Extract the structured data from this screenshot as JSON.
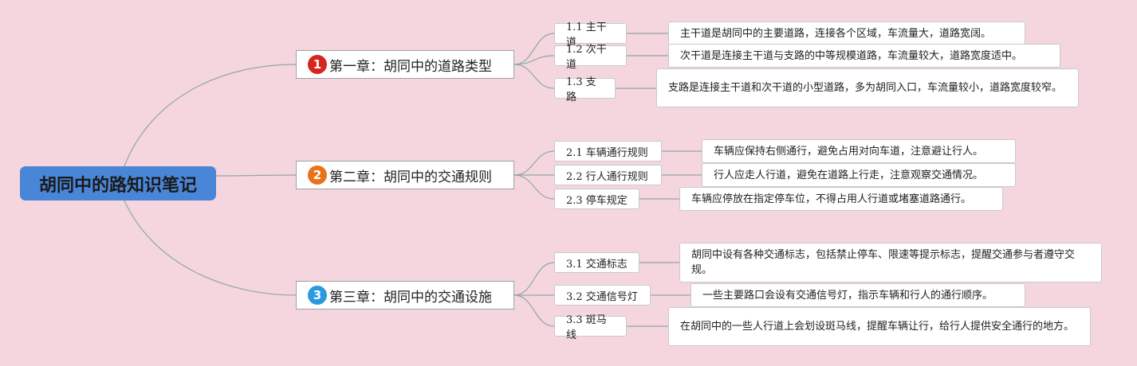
{
  "root": {
    "title": "胡同中的路知识笔记"
  },
  "colors": {
    "root": "#4a86d8",
    "badge1": "#d7261d",
    "badge2": "#e8731a",
    "badge3": "#2a9ae0",
    "line": "#8fa8a0"
  },
  "chapters": [
    {
      "badge": "1",
      "title": "第一章：胡同中的道路类型",
      "items": [
        {
          "label": "1.1 主干道",
          "desc": "主干道是胡同中的主要道路，连接各个区域，车流量大，道路宽阔。"
        },
        {
          "label": "1.2 次干道",
          "desc": "次干道是连接主干道与支路的中等规模道路，车流量较大，道路宽度适中。"
        },
        {
          "label": "1.3 支路",
          "desc": "支路是连接主干道和次干道的小型道路，多为胡同入口，车流量较小，道路宽度较窄。"
        }
      ]
    },
    {
      "badge": "2",
      "title": "第二章：胡同中的交通规则",
      "items": [
        {
          "label": "2.1 车辆通行规则",
          "desc": "车辆应保持右侧通行，避免占用对向车道，注意避让行人。"
        },
        {
          "label": "2.2 行人通行规则",
          "desc": "行人应走人行道，避免在道路上行走，注意观察交通情况。"
        },
        {
          "label": "2.3 停车规定",
          "desc": "车辆应停放在指定停车位，不得占用人行道或堵塞道路通行。"
        }
      ]
    },
    {
      "badge": "3",
      "title": "第三章：胡同中的交通设施",
      "items": [
        {
          "label": "3.1 交通标志",
          "desc": "胡同中设有各种交通标志，包括禁止停车、限速等提示标志，提醒交通参与者遵守交规。"
        },
        {
          "label": "3.2 交通信号灯",
          "desc": "一些主要路口会设有交通信号灯，指示车辆和行人的通行顺序。"
        },
        {
          "label": "3.3 斑马线",
          "desc": "在胡同中的一些人行道上会划设斑马线，提醒车辆让行，给行人提供安全通行的地方。"
        }
      ]
    }
  ]
}
